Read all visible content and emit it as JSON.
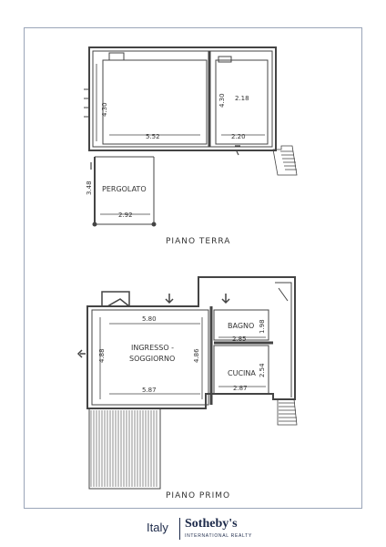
{
  "ground_floor": {
    "title": "PIANO TERRA",
    "dims": {
      "main_width": "5.52",
      "main_depth": "4.30",
      "store_depth": "4.30",
      "store_label": "2.18",
      "store_width": "2.20",
      "pergola_width": "2.92",
      "pergola_depth": "3.48"
    },
    "rooms": {
      "pergola": "PERGOLATO"
    }
  },
  "first_floor": {
    "title": "PIANO PRIMO",
    "dims": {
      "living_top": "5.80",
      "living_bottom": "5.87",
      "living_left": "4.88",
      "living_right": "4.86",
      "bath_width": "2.85",
      "bath_depth": "1.98",
      "kitchen_width": "2.87",
      "kitchen_depth": "2.54"
    },
    "rooms": {
      "living_1": "INGRESSO -",
      "living_2": "SOGGIORNO",
      "bath": "BAGNO",
      "kitchen": "CUCINA"
    }
  },
  "footer": {
    "country": "Italy",
    "brand": "Sotheby's",
    "subtitle": "INTERNATIONAL REALTY"
  }
}
